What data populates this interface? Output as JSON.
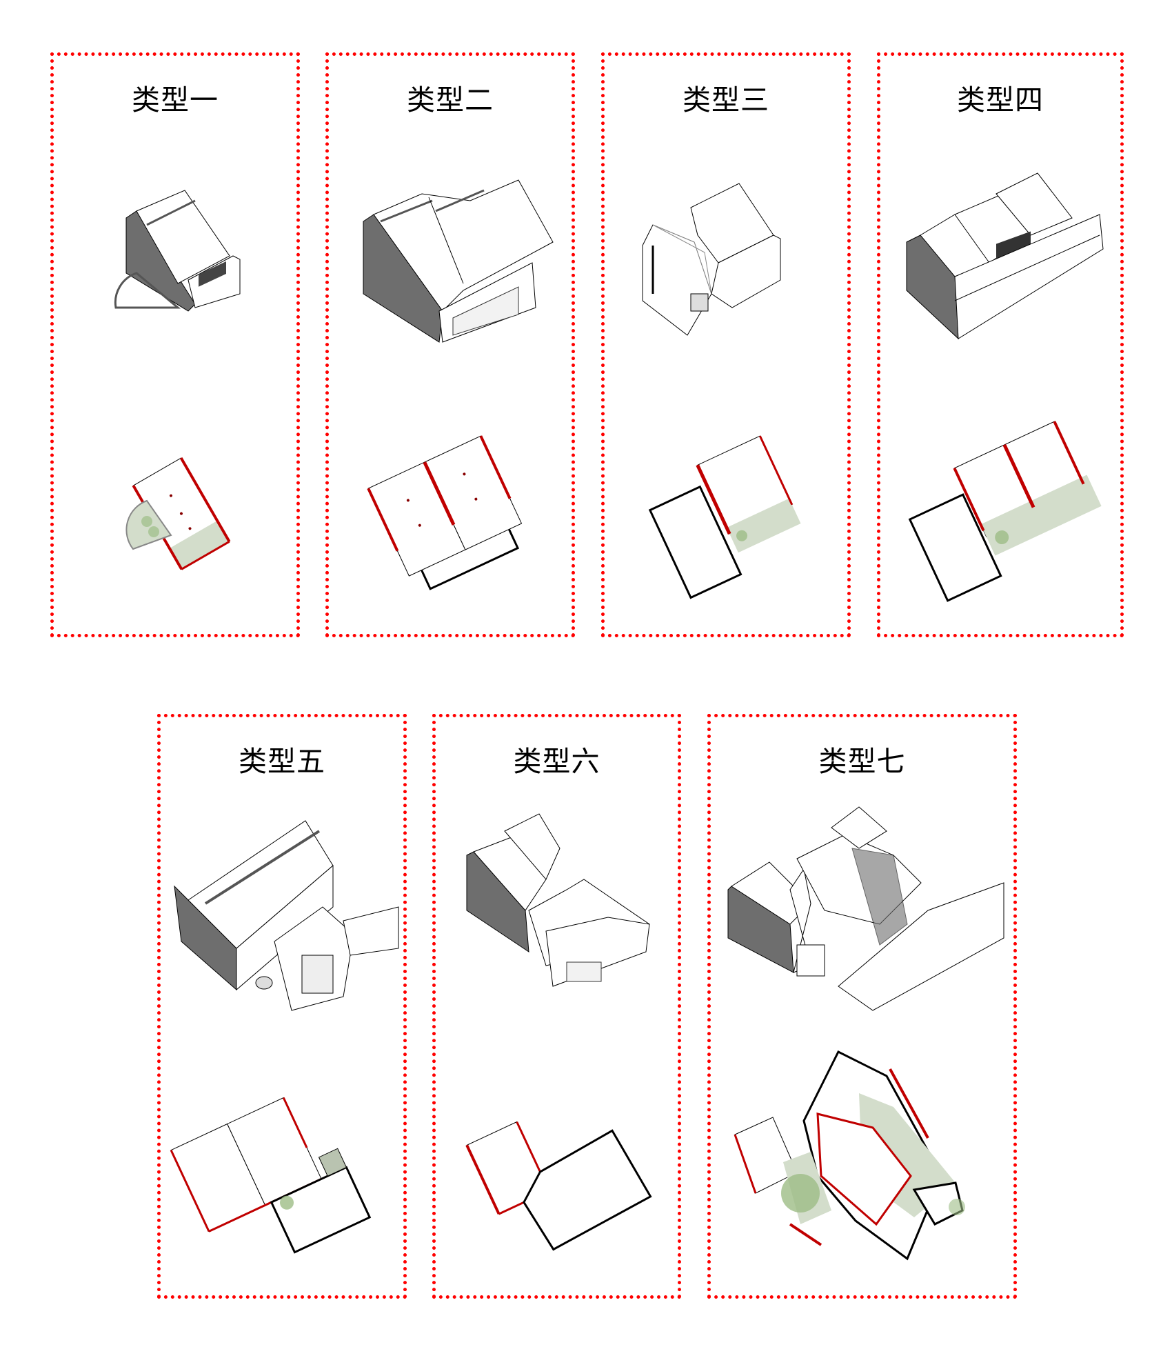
{
  "colors": {
    "frame": "#ff0000",
    "wall_highlight": "#c00000",
    "courtyard": "#d3ddcb",
    "vegetation": "#9dbd86",
    "shade_dark": "#6e6e6e",
    "line": "#000000"
  },
  "panels": [
    {
      "title": "类型一",
      "axonometric": "single-bay-house-with-semicircular-garden",
      "plan": "single-bay-plan-red-walls"
    },
    {
      "title": "类型二",
      "axonometric": "double-bay-house-with-shopfront",
      "plan": "double-bay-plan-red-walls"
    },
    {
      "title": "类型三",
      "axonometric": "traditional-house-with-modern-extension",
      "plan": "plan-with-side-courtyard"
    },
    {
      "title": "类型四",
      "axonometric": "double-gable-house-on-podium",
      "plan": "plan-with-front-courtyard"
    },
    {
      "title": "类型五",
      "axonometric": "long-gable-house-with-modern-annex",
      "plan": "two-bay-plan-with-annex"
    },
    {
      "title": "类型六",
      "axonometric": "gable-house-with-angled-annex",
      "plan": "plan-with-angled-annex"
    },
    {
      "title": "类型七",
      "axonometric": "courtyard-complex",
      "plan": "courtyard-complex-plan"
    }
  ]
}
